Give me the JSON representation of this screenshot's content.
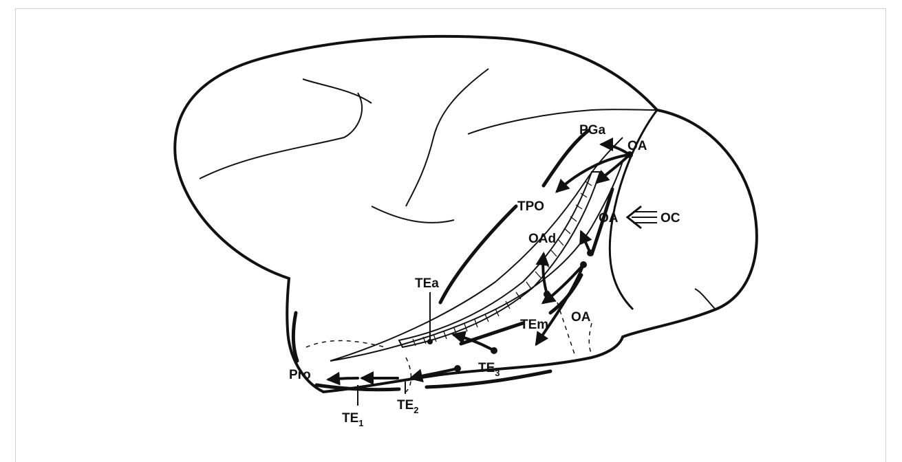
{
  "diagram": {
    "labels": {
      "pga": "PGa",
      "oa_top": "OA",
      "tpo": "TPO",
      "oa_mid": "OA",
      "oc": "OC",
      "oad": "OAd",
      "tea": "TEa",
      "tem": "TEm",
      "oa_low": "OA",
      "te3_main": "TE",
      "te3_sub": "3",
      "pro": "Pro",
      "te2_main": "TE",
      "te2_sub": "2",
      "te1_main": "TE",
      "te1_sub": "1"
    },
    "colors": {
      "ink": "#111111",
      "background": "#ffffff",
      "frame": "#cfcfcf"
    }
  }
}
